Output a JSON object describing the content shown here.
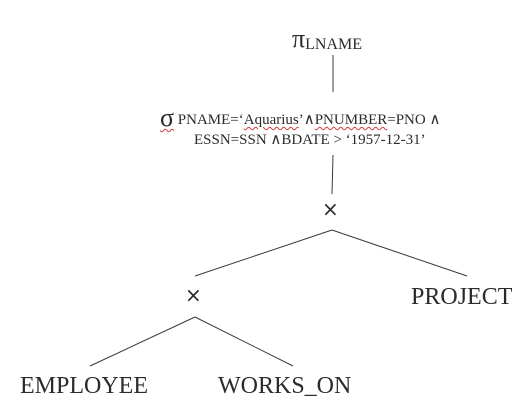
{
  "tree": {
    "projection": {
      "symbol": "π",
      "attributes": "LNAME"
    },
    "selection": {
      "symbol": "σ",
      "condition_line1": {
        "p1": " PNAME=‘",
        "p2": "Aquarius",
        "p3": "’∧",
        "p4": "PNUMBER",
        "p5": "=PNO ∧"
      },
      "condition_line2": "ESSN=SSN ∧BDATE > ‘1957-12-31’"
    },
    "operators": {
      "cartesian_product_symbol": "×"
    },
    "relations": [
      "PROJECT",
      "EMPLOYEE",
      "WORKS_ON"
    ]
  }
}
